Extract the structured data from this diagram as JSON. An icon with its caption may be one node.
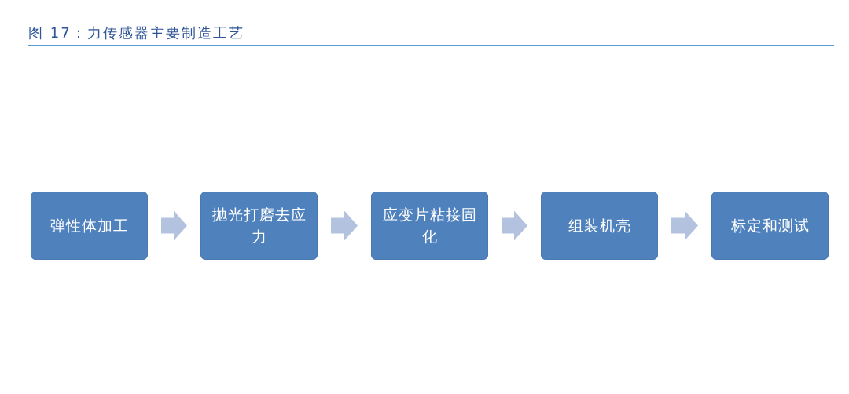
{
  "diagram": {
    "title": "图 17：力传感器主要制造工艺",
    "nodes": [
      {
        "text": [
          "弹性体加工"
        ]
      },
      {
        "text": [
          "抛光打磨去应力"
        ]
      },
      {
        "text": [
          "应变片粘接固化"
        ]
      },
      {
        "text": [
          "组装机壳"
        ]
      },
      {
        "text": [
          "标定和测试"
        ]
      }
    ],
    "edges": [
      {
        "from": 0,
        "to": 1,
        "arrow": "to"
      },
      {
        "from": 1,
        "to": 2,
        "arrow": "to"
      },
      {
        "from": 2,
        "to": 3,
        "arrow": "to"
      },
      {
        "from": 3,
        "to": 4,
        "arrow": "to"
      }
    ]
  }
}
